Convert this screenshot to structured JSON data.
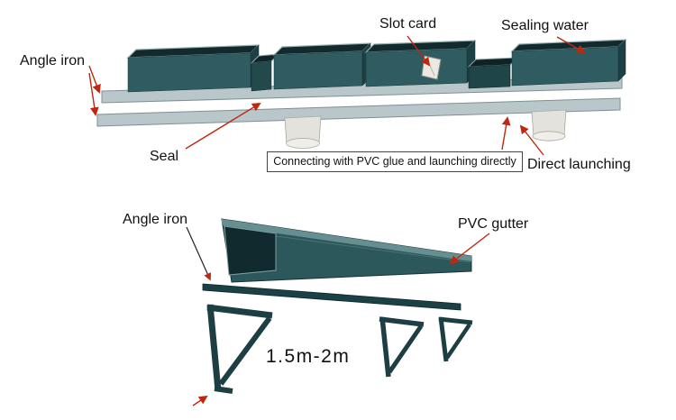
{
  "colors": {
    "background": "#ffffff",
    "label_text": "#111111",
    "leader_red": "#c1270f",
    "box_teal": "#2f5c60",
    "box_teal_dark": "#1c4044",
    "box_interior": "#122a2e",
    "rim_light": "#9cb2b2",
    "rail_gray": "#b9c7ca",
    "drain_white": "#e3e2dc"
  },
  "top_diagram": {
    "labels": {
      "angle_iron": "Angle iron",
      "slot_card": "Slot card",
      "sealing_water": "Sealing water",
      "seal": "Seal",
      "connecting_note": "Connecting with PVC glue and launching directly",
      "direct_launching": "Direct launching"
    }
  },
  "bottom_diagram": {
    "labels": {
      "angle_iron": "Angle iron",
      "pvc_gutter": "PVC gutter",
      "span_dimension": "1.5m-2m"
    }
  }
}
